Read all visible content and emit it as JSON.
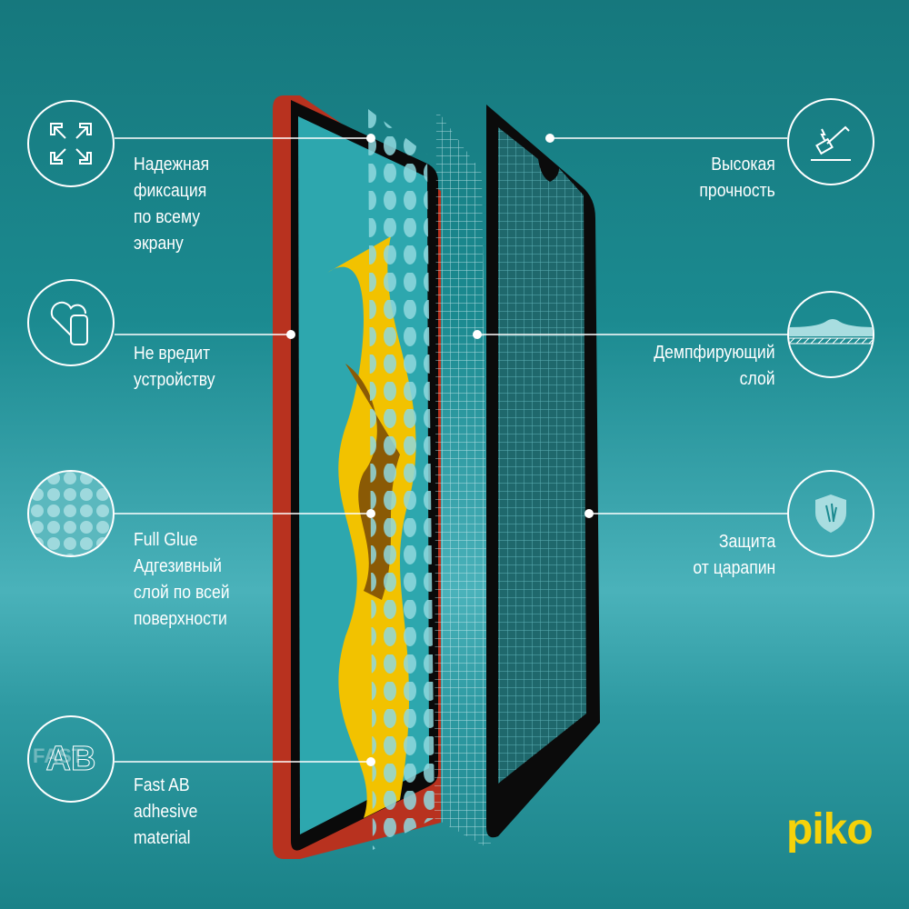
{
  "features_left": [
    {
      "icon": "arrows-expand-icon",
      "lines": [
        "Надежная",
        "фиксация",
        "по всему",
        "экрану"
      ]
    },
    {
      "icon": "heart-phone-icon",
      "lines": [
        "Не вредит",
        "устройству"
      ]
    },
    {
      "icon": "dots-pattern-icon",
      "lines": [
        "Full Glue",
        "Адгезивный",
        "слой по всей",
        "поверхности"
      ]
    },
    {
      "icon": "fast-ab-icon",
      "lines": [
        "Fast AB",
        "adhesive",
        "material"
      ],
      "icon_text": "AB",
      "icon_watermark": "FAST"
    }
  ],
  "features_right": [
    {
      "icon": "hammer-icon",
      "lines": [
        "Высокая",
        "прочность"
      ]
    },
    {
      "icon": "damping-layer-icon",
      "lines": [
        "Демпфирующий",
        "слой"
      ]
    },
    {
      "icon": "shield-icon",
      "lines": [
        "Защита",
        "от царапин"
      ]
    }
  ],
  "brand": {
    "logo": "piko",
    "color": "#f5d20a"
  },
  "colors": {
    "accent": "#f5d20a",
    "background": "#1b8a90"
  }
}
